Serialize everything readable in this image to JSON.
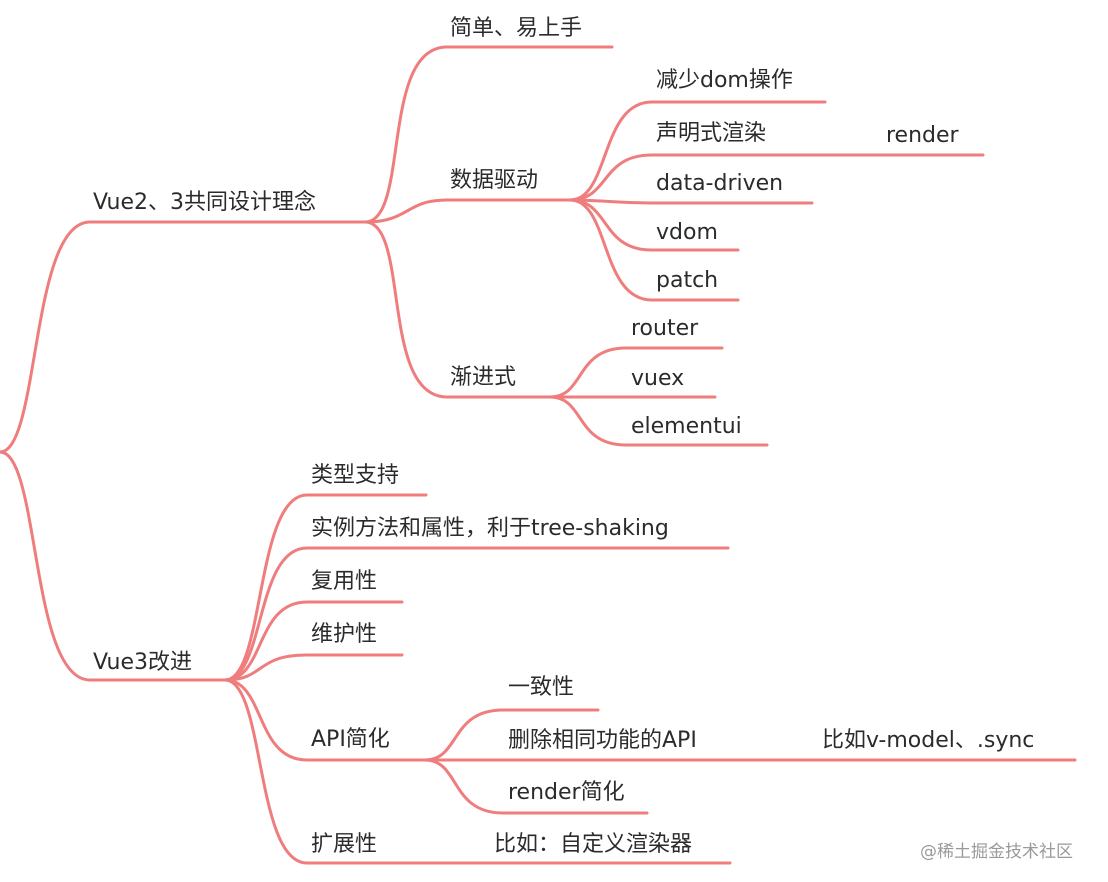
{
  "mindmap": {
    "branch_color": "#ef7d7d",
    "vue_common": {
      "label": "Vue2、3共同设计理念",
      "easy": "简单、易上手",
      "data_driven": {
        "label": "数据驱动",
        "reduce_dom": "减少dom操作",
        "declarative": "声明式渲染",
        "render": "render",
        "data_driven_en": "data-driven",
        "vdom": "vdom",
        "patch": "patch"
      },
      "progressive": {
        "label": "渐进式",
        "router": "router",
        "vuex": "vuex",
        "elementui": "elementui"
      }
    },
    "vue3_improve": {
      "label": "Vue3改进",
      "type_support": "类型支持",
      "instance": "实例方法和属性，利于tree-shaking",
      "reuse": "复用性",
      "maintain": "维护性",
      "api": {
        "label": "API简化",
        "consistency": "一致性",
        "remove_same": "删除相同功能的API",
        "example": "比如v-model、.sync",
        "render_simplify": "render简化"
      },
      "extend": {
        "label": "扩展性",
        "example": "比如：自定义渲染器"
      }
    }
  },
  "watermark": "@稀土掘金技术社区"
}
